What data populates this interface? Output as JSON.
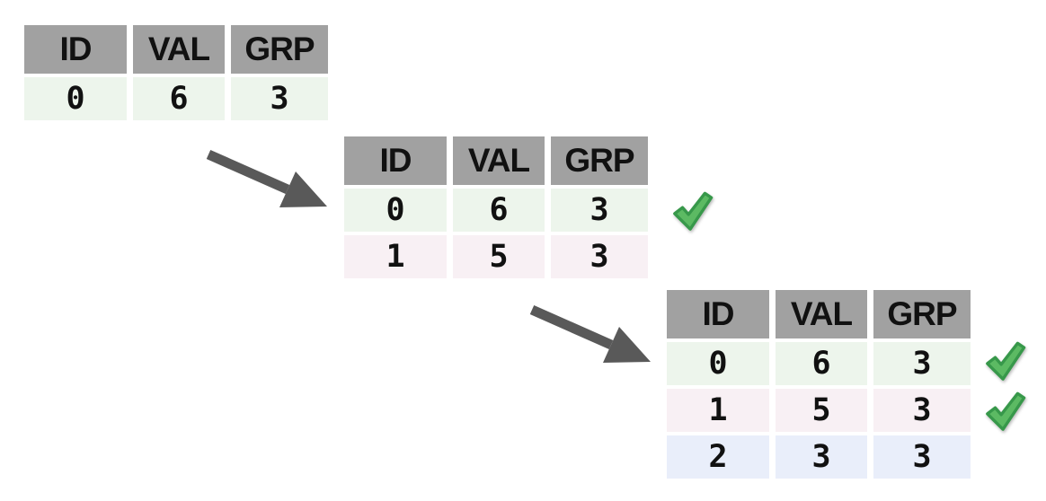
{
  "colors": {
    "background": "#ffffff",
    "header_bg": "#a1a1a1",
    "row_green": "#edf5ec",
    "row_pink": "#f8f0f4",
    "row_blue": "#e9eefa",
    "arrow": "#595959",
    "check_fill": "#5cba63",
    "check_outline": "#37984a",
    "text": "#111111"
  },
  "tables": [
    {
      "headers": [
        "ID",
        "VAL",
        "GRP"
      ],
      "rows": [
        {
          "cells": [
            "0",
            "6",
            "3"
          ],
          "tone": "green",
          "checked": false
        }
      ]
    },
    {
      "headers": [
        "ID",
        "VAL",
        "GRP"
      ],
      "rows": [
        {
          "cells": [
            "0",
            "6",
            "3"
          ],
          "tone": "green",
          "checked": true
        },
        {
          "cells": [
            "1",
            "5",
            "3"
          ],
          "tone": "pink",
          "checked": false
        }
      ]
    },
    {
      "headers": [
        "ID",
        "VAL",
        "GRP"
      ],
      "rows": [
        {
          "cells": [
            "0",
            "6",
            "3"
          ],
          "tone": "green",
          "checked": true
        },
        {
          "cells": [
            "1",
            "5",
            "3"
          ],
          "tone": "pink",
          "checked": true
        },
        {
          "cells": [
            "2",
            "3",
            "3"
          ],
          "tone": "blue",
          "checked": false
        }
      ]
    }
  ],
  "arrows": [
    {
      "name": "arrow-step1-to-step2"
    },
    {
      "name": "arrow-step2-to-step3"
    }
  ]
}
